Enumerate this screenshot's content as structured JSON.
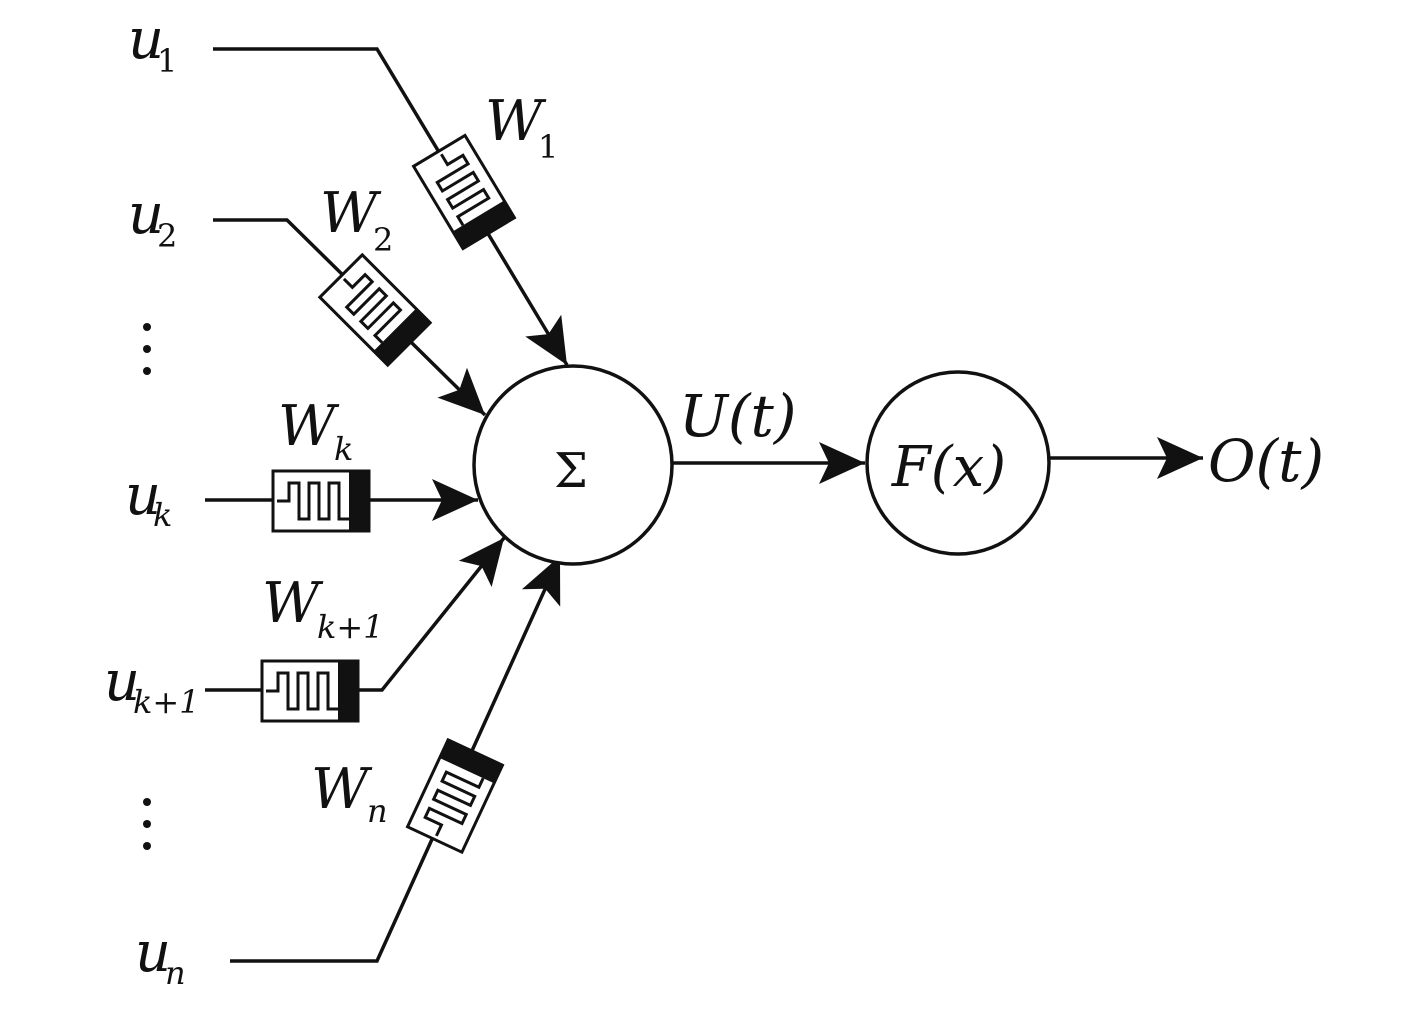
{
  "inputs": {
    "u1": {
      "base": "u",
      "sub": "1"
    },
    "u2": {
      "base": "u",
      "sub": "2"
    },
    "uk": {
      "base": "u",
      "sub": "k"
    },
    "uk1": {
      "base": "u",
      "sub": "k+1"
    },
    "un": {
      "base": "u",
      "sub": "n"
    }
  },
  "weights": {
    "w1": {
      "base": "W",
      "sub": "1"
    },
    "w2": {
      "base": "W",
      "sub": "2"
    },
    "wk": {
      "base": "W",
      "sub": "k"
    },
    "wk1": {
      "base": "W",
      "sub": "k+1"
    },
    "wn": {
      "base": "W",
      "sub": "n"
    }
  },
  "sum_node": {
    "symbol": "Σ"
  },
  "activation_node": {
    "label": "F(x)"
  },
  "intermediate_signal": {
    "label": "U(t)"
  },
  "output_signal": {
    "label": "O(t)"
  }
}
